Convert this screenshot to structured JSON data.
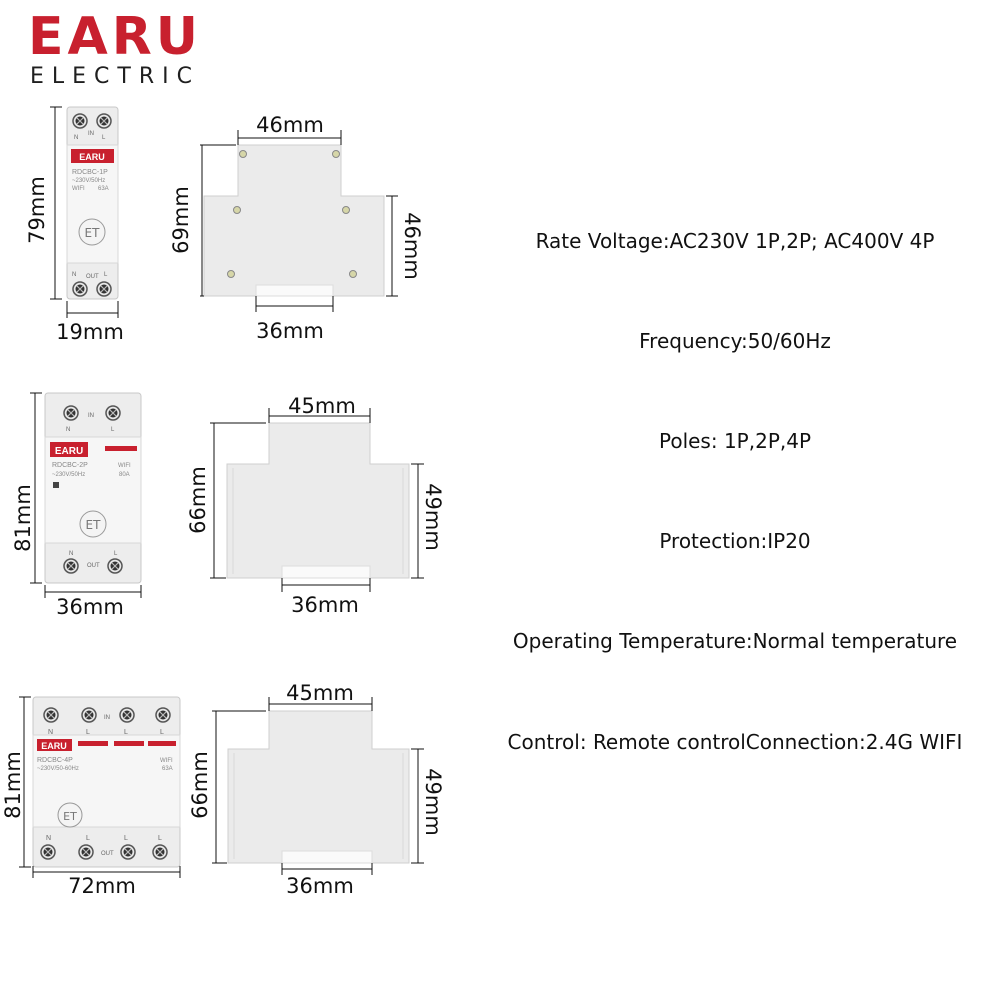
{
  "brand": {
    "name": "EARU",
    "subtitle": "ELECTRIC",
    "color": "#c8202e"
  },
  "products": [
    {
      "model": "RDCBC-1P",
      "rating": "~230V/50Hz",
      "wifi": "WIFI",
      "current": "63A",
      "in_label": "IN",
      "out_label": "OUT",
      "pole_labels_top": [
        "N",
        "L"
      ],
      "pole_labels_bottom": [
        "N",
        "L"
      ],
      "front_height": "79mm",
      "front_width": "19mm",
      "side_top_width": "46mm",
      "side_height": "69mm",
      "side_right_height": "46mm",
      "side_bottom_width": "36mm"
    },
    {
      "model": "RDCBC-2P",
      "rating": "~230V/50Hz",
      "wifi": "WIFI",
      "current": "80A",
      "in_label": "IN",
      "out_label": "OUT",
      "pole_labels_top": [
        "N",
        "L"
      ],
      "pole_labels_bottom": [
        "N",
        "L"
      ],
      "front_height": "81mm",
      "front_width": "36mm",
      "side_top_width": "45mm",
      "side_height": "66mm",
      "side_right_height": "49mm",
      "side_bottom_width": "36mm"
    },
    {
      "model": "RDCBC-4P",
      "rating": "~230V/50-60Hz",
      "wifi": "WIFI",
      "current": "63A",
      "in_label": "IN",
      "out_label": "OUT",
      "pole_labels_top": [
        "N",
        "L",
        "L",
        "L"
      ],
      "pole_labels_bottom": [
        "N",
        "L",
        "L",
        "L"
      ],
      "front_height": "81mm",
      "front_width": "72mm",
      "side_top_width": "45mm",
      "side_height": "66mm",
      "side_right_height": "49mm",
      "side_bottom_width": "36mm"
    }
  ],
  "badge_text": "ET",
  "specs": [
    "Rate Voltage:AC230V 1P,2P; AC400V 4P",
    "Frequency:50/60Hz",
    "Poles: 1P,2P,4P",
    "Protection:IP20",
    "Operating Temperature:Normal temperature",
    "Control: Remote controlConnection:2.4G WIFI"
  ]
}
